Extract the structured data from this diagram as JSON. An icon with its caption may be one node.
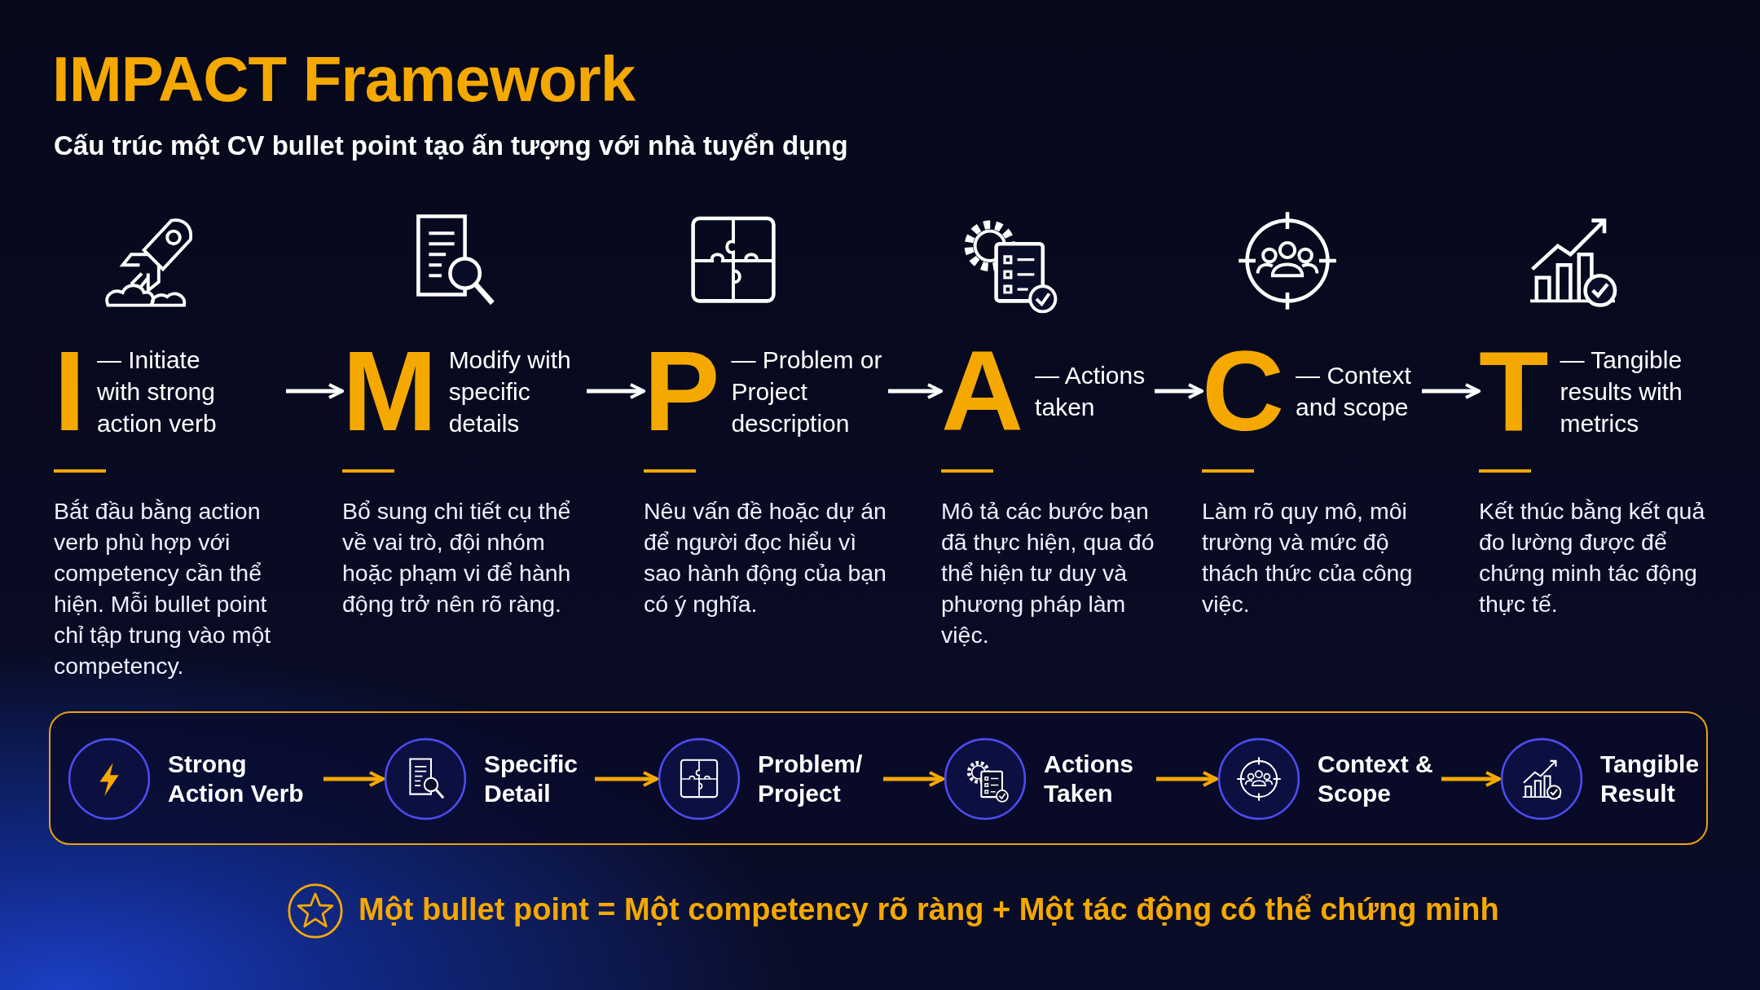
{
  "diagram": {
    "title": "IMPACT Framework",
    "nodes": [
      {
        "text": [
          "I",
          "— Initiate with strong action verb",
          "Bắt đầu bằng action verb phù hợp với competency cần thể hiện. Mỗi bullet point chỉ tập trung vào một competency."
        ]
      },
      {
        "text": [
          "M",
          "Modify with specific details",
          "Bổ sung chi tiết cụ thể về vai trò, đội nhóm hoặc phạm vi để hành động trở nên rõ ràng."
        ]
      },
      {
        "text": [
          "P",
          "— Problem or Project description",
          "Nêu vấn đề hoặc dự án để người đọc hiểu vì sao hành động của bạn có ý nghĩa."
        ]
      },
      {
        "text": [
          "A",
          "— Actions taken",
          "Mô tả các bước bạn đã thực hiện, qua đó thể hiện tư duy và phương pháp làm việc."
        ]
      },
      {
        "text": [
          "C",
          "— Context and scope",
          "Làm rõ quy mô, môi trường và mức độ thách thức của công việc."
        ]
      },
      {
        "text": [
          "T",
          "— Tangible results with metrics",
          "Kết thúc bằng kết quả đo lường được để chứng minh tác động thực tế."
        ]
      },
      {
        "text": [],
        "shape": "box"
      },
      {
        "text": [
          "Strong Action Verb"
        ],
        "in": 6
      },
      {
        "text": [
          "Specific Detail"
        ],
        "in": 6
      },
      {
        "text": [
          "Problem/ Project"
        ],
        "in": 6
      },
      {
        "text": [
          "Actions Taken"
        ],
        "in": 6
      },
      {
        "text": [
          "Context & Scope"
        ],
        "in": 6
      },
      {
        "text": [
          "Tangible Result"
        ],
        "in": 6
      }
    ],
    "edges": [
      {
        "from": 0,
        "to": 1,
        "arrow": "to"
      },
      {
        "from": 1,
        "to": 2,
        "arrow": "to"
      },
      {
        "from": 2,
        "to": 3,
        "arrow": "to"
      },
      {
        "from": 3,
        "to": 4,
        "arrow": "to"
      },
      {
        "from": 4,
        "to": 5,
        "arrow": "to"
      },
      {
        "from": 7,
        "to": 8,
        "arrow": "to",
        "color": "#f5a800"
      },
      {
        "from": 8,
        "to": 9,
        "arrow": "to",
        "color": "#f5a800"
      },
      {
        "from": 9,
        "to": 10,
        "arrow": "to",
        "color": "#f5a800"
      },
      {
        "from": 10,
        "to": 11,
        "arrow": "to",
        "color": "#f5a800"
      },
      {
        "from": 11,
        "to": 12,
        "arrow": "to",
        "color": "#f5a800"
      }
    ],
    "labels": [
      "Cấu trúc một CV bullet point tạo ấn tượng với nhà tuyển dụng",
      "Một bullet point = Một competency rõ ràng + Một tác động có thể chứng minh"
    ]
  }
}
